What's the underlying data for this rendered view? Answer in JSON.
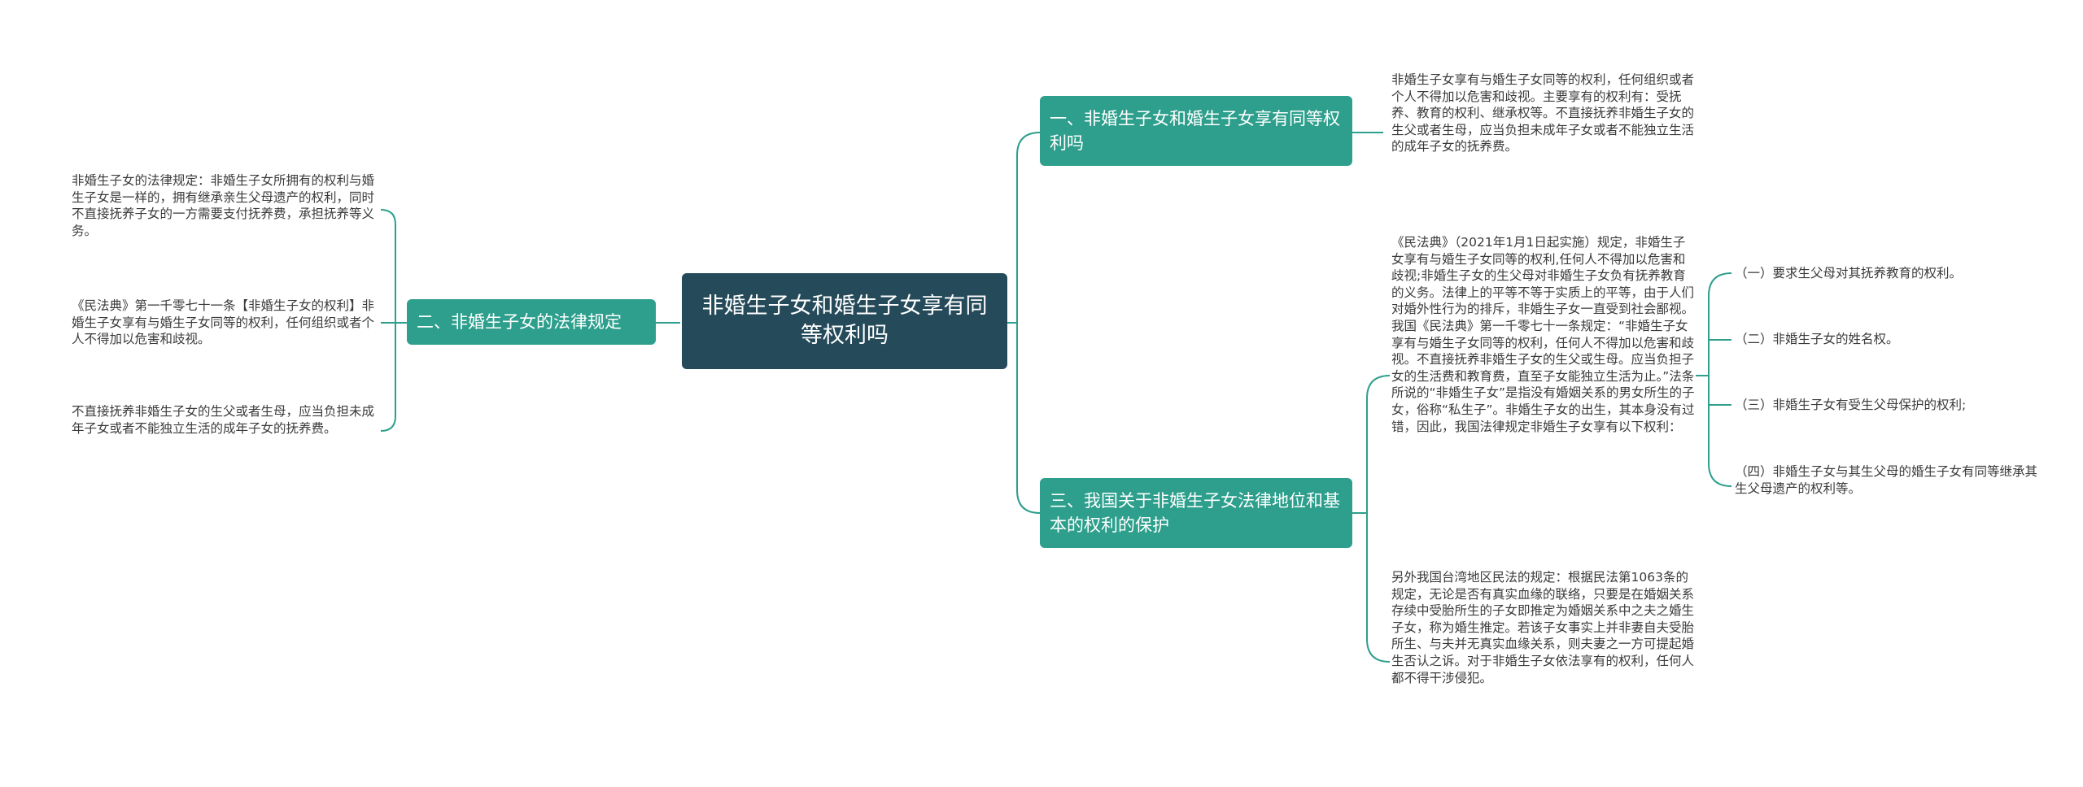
{
  "root": {
    "title": "非婚生子女和婚生子女享有同等权利吗"
  },
  "branches": [
    {
      "label": "一、非婚生子女和婚生子女享有同等权利吗",
      "leaves": [
        "非婚生子女享有与婚生子女同等的权利，任何组织或者个人不得加以危害和歧视。主要享有的权利有：受抚养、教育的权利、继承权等。不直接抚养非婚生子女的生父或者生母，应当负担未成年子女或者不能独立生活的成年子女的抚养费。"
      ]
    },
    {
      "label": "二、非婚生子女的法律规定",
      "leaves": [
        "非婚生子女的法律规定：非婚生子女所拥有的权利与婚生子女是一样的，拥有继承亲生父母遗产的权利，同时不直接抚养子女的一方需要支付抚养费，承担抚养等义务。",
        "《民法典》第一千零七十一条【非婚生子女的权利】非婚生子女享有与婚生子女同等的权利，任何组织或者个人不得加以危害和歧视。",
        "不直接抚养非婚生子女的生父或者生母，应当负担未成年子女或者不能独立生活的成年子女的抚养费。"
      ]
    },
    {
      "label": "三、我国关于非婚生子女法律地位和基本的权利的保护",
      "leaves": [
        "《民法典》（2021年1月1日起实施）规定，非婚生子女享有与婚生子女同等的权利,任何人不得加以危害和歧视;非婚生子女的生父母对非婚生子女负有抚养教育的义务。法律上的平等不等于实质上的平等，由于人们对婚外性行为的排斥，非婚生子女一直受到社会鄙视。我国《民法典》第一千零七十一条规定：“非婚生子女享有与婚生子女同等的权利，任何人不得加以危害和歧视。不直接抚养非婚生子女的生父或生母。应当负担子女的生活费和教育费，直至子女能独立生活为止。”法条所说的“非婚生子女”是指没有婚姻关系的男女所生的子女，俗称“私生子”。非婚生子女的出生，其本身没有过错，因此，我国法律规定非婚生子女享有以下权利：",
        "另外我国台湾地区民法的规定：根据民法第1063条的规定，无论是否有真实血缘的联络，只要是在婚姻关系存续中受胎所生的子女即推定为婚姻关系中之夫之婚生子女，称为婚生推定。若该子女事实上并非妻自夫受胎所生、与夫并无真实血缘关系，则夫妻之一方可提起婚生否认之诉。对于非婚生子女依法享有的权利，任何人都不得干涉侵犯。"
      ],
      "sub_items": [
        "（一）要求生父母对其抚养教育的权利。",
        "（二）非婚生子女的姓名权。",
        "（三）非婚生子女有受生父母保护的权利;",
        "（四）非婚生子女与其生父母的婚生子女有同等继承其生父母遗产的权利等。"
      ]
    }
  ]
}
